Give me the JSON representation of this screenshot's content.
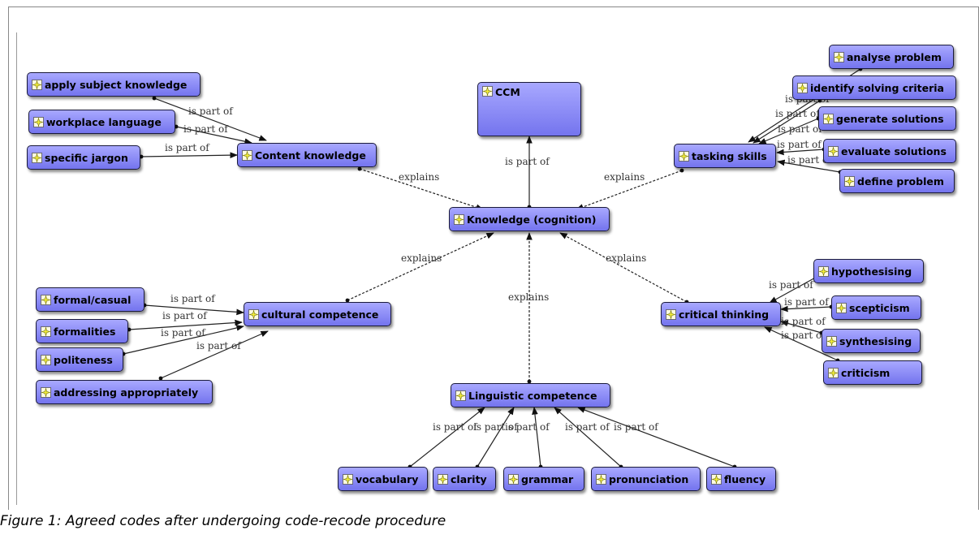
{
  "caption": "Figure 1: Agreed codes after undergoing code-recode procedure",
  "icon": "code-icon",
  "colors": {
    "node_fill": "#8c8cf6",
    "node_border": "#1a1a3a",
    "edge": "#222222",
    "icon": "#f5ef3a"
  },
  "nodes": {
    "ccm": "CCM",
    "knowledge": "Knowledge (cognition)",
    "content": "Content knowledge",
    "apply": "apply subject knowledge",
    "workplace": "workplace language",
    "jargon": "specific jargon",
    "tasking": "tasking skills",
    "analyse": "analyse problem",
    "identify": "identify solving criteria",
    "generate": "generate solutions",
    "evaluate": "evaluate solutions",
    "define": "define problem",
    "cultural": "cultural competence",
    "formal": "formal/casual",
    "formalities": "formalities",
    "politeness": "politeness",
    "addressing": "addressing appropriately",
    "critical": "critical thinking",
    "hypothesising": "hypothesising",
    "scepticism": "scepticism",
    "synthesising": "synthesising",
    "criticism": "criticism",
    "linguistic": "Linguistic competence",
    "vocabulary": "vocabulary",
    "clarity": "clarity",
    "grammar": "grammar",
    "pronunciation": "pronunciation",
    "fluency": "fluency"
  },
  "relations": {
    "part": "is part of",
    "explains": "explains"
  }
}
